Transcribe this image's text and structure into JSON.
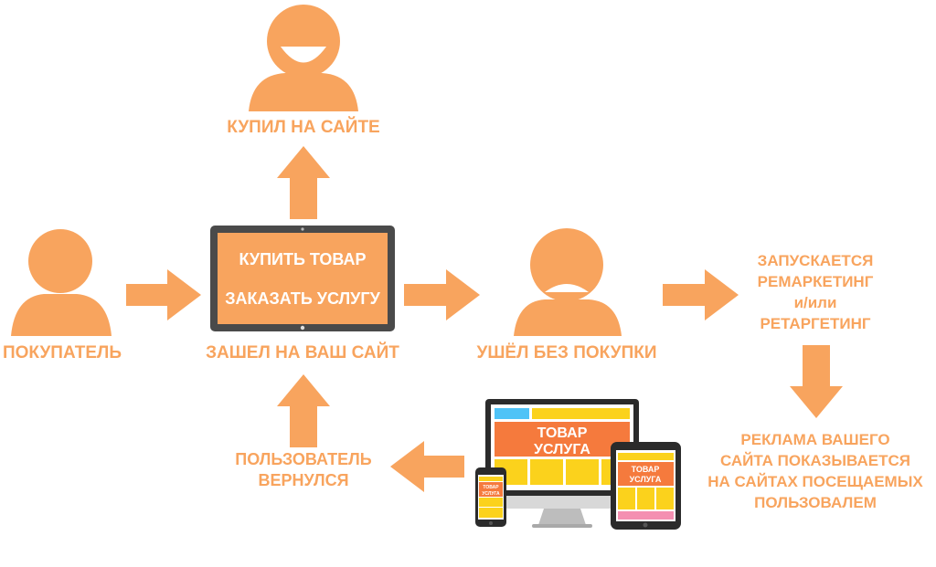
{
  "colors": {
    "accent": "#f8a45e",
    "frame": "#4a4a4a",
    "screen": "#f8a45e",
    "monitor_orange": "#f57a3d",
    "monitor_yellow": "#fbd21c",
    "monitor_blue": "#4fc3f7",
    "tablet_pink": "#f48fb1"
  },
  "labels": {
    "happy_buyer": "КУПИЛ НА САЙТЕ",
    "buyer": "ПОКУПАТЕЛЬ",
    "visited_site": "ЗАШЕЛ НА ВАШ САЙТ",
    "left_without_purchase": "УШЁЛ БЕЗ ПОКУПКИ",
    "remarketing": [
      "ЗАПУСКАЕТСЯ",
      "РЕМАРКЕТИНГ",
      "и/или",
      "РЕТАРГЕТИНГ"
    ],
    "ads_shown": [
      "РЕКЛАМА ВАШЕГО",
      "САЙТА ПОКАЗЫВАЕТСЯ",
      "НА САЙТАХ ПОСЕЩАЕМЫХ",
      "ПОЛЬЗОВАЛЕМ"
    ],
    "user_returned": [
      "ПОЛЬЗОВАТЕЛЬ",
      "ВЕРНУЛСЯ"
    ]
  },
  "screen_buttons": {
    "buy": "КУПИТЬ ТОВАР",
    "order": "ЗАКАЗАТЬ УСЛУГУ"
  },
  "devices": {
    "monitor_line1": "ТОВАР",
    "monitor_line2": "УСЛУГА",
    "tablet_line1": "ТОВАР",
    "tablet_line2": "УСЛУГА",
    "phone_line1": "ТОВАР",
    "phone_line2": "УСЛУГА"
  }
}
